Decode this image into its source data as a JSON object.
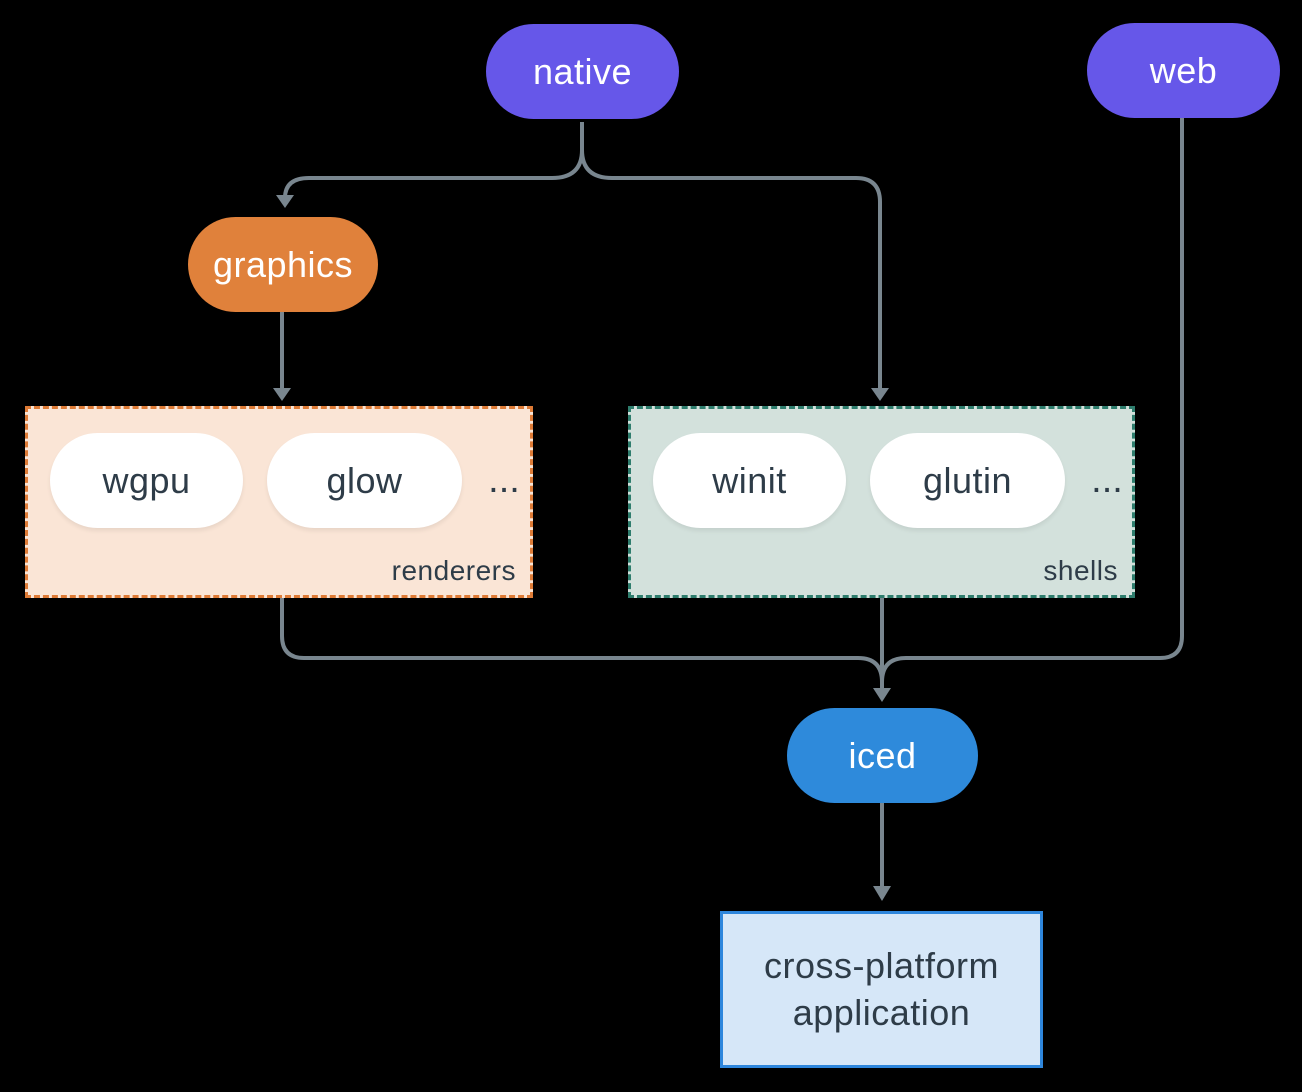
{
  "diagram": {
    "background_color": "#000000",
    "connector_color": "#79868F",
    "nodes": {
      "native": {
        "label": "native",
        "color": "#6657E9",
        "text_color": "#FFFFFF"
      },
      "web": {
        "label": "web",
        "color": "#6657E9",
        "text_color": "#FFFFFF"
      },
      "graphics": {
        "label": "graphics",
        "color": "#E0813B",
        "text_color": "#FFFFFF"
      },
      "iced": {
        "label": "iced",
        "color": "#2E8ADB",
        "text_color": "#FFFFFF"
      },
      "application": {
        "label_line1": "cross-platform",
        "label_line2": "application",
        "bg_color": "#D6E7F8",
        "border_color": "#2E86DC",
        "text_color": "#2E3C48"
      }
    },
    "groups": {
      "renderers": {
        "label": "renderers",
        "bg_color": "#FAE5D6",
        "border_color": "#DE7B36",
        "items": [
          "wgpu",
          "glow"
        ],
        "ellipsis": "...",
        "item_text_color": "#2E3C48"
      },
      "shells": {
        "label": "shells",
        "bg_color": "#D3E1DC",
        "border_color": "#2E7D6D",
        "items": [
          "winit",
          "glutin"
        ],
        "ellipsis": "...",
        "item_text_color": "#2E3C48"
      }
    },
    "edges": [
      "native -> graphics",
      "native -> shells",
      "graphics -> renderers",
      "renderers -> iced",
      "shells -> iced",
      "web -> iced",
      "iced -> application"
    ]
  }
}
